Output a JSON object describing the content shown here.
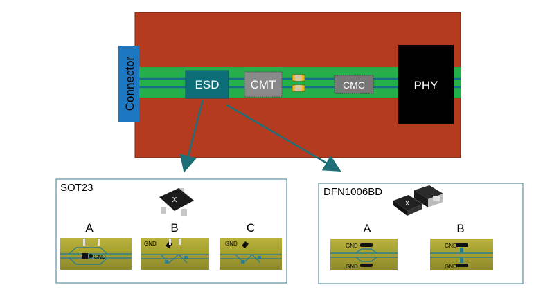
{
  "board": {
    "connector_label": "Connector",
    "esd_label": "ESD",
    "cmt_label": "CMT",
    "cmc_label": "CMC",
    "phy_label": "PHY",
    "colors": {
      "pcb": "#b43a20",
      "trace_band": "#23b04a",
      "trace": "#1a6a8a",
      "connector": "#1d78c1",
      "esd": "#0c6f78",
      "phy": "#000000"
    }
  },
  "left_panel": {
    "title": "SOT23",
    "options": [
      {
        "label": "A",
        "gnd": "GND"
      },
      {
        "label": "B",
        "gnd": "GND"
      },
      {
        "label": "C",
        "gnd": "GND"
      }
    ]
  },
  "right_panel": {
    "title": "DFN1006BD",
    "options": [
      {
        "label": "A",
        "gnd_top": "GND",
        "gnd_bottom": "GND"
      },
      {
        "label": "B",
        "gnd_top": "GND",
        "gnd_bottom": "GND"
      }
    ]
  }
}
